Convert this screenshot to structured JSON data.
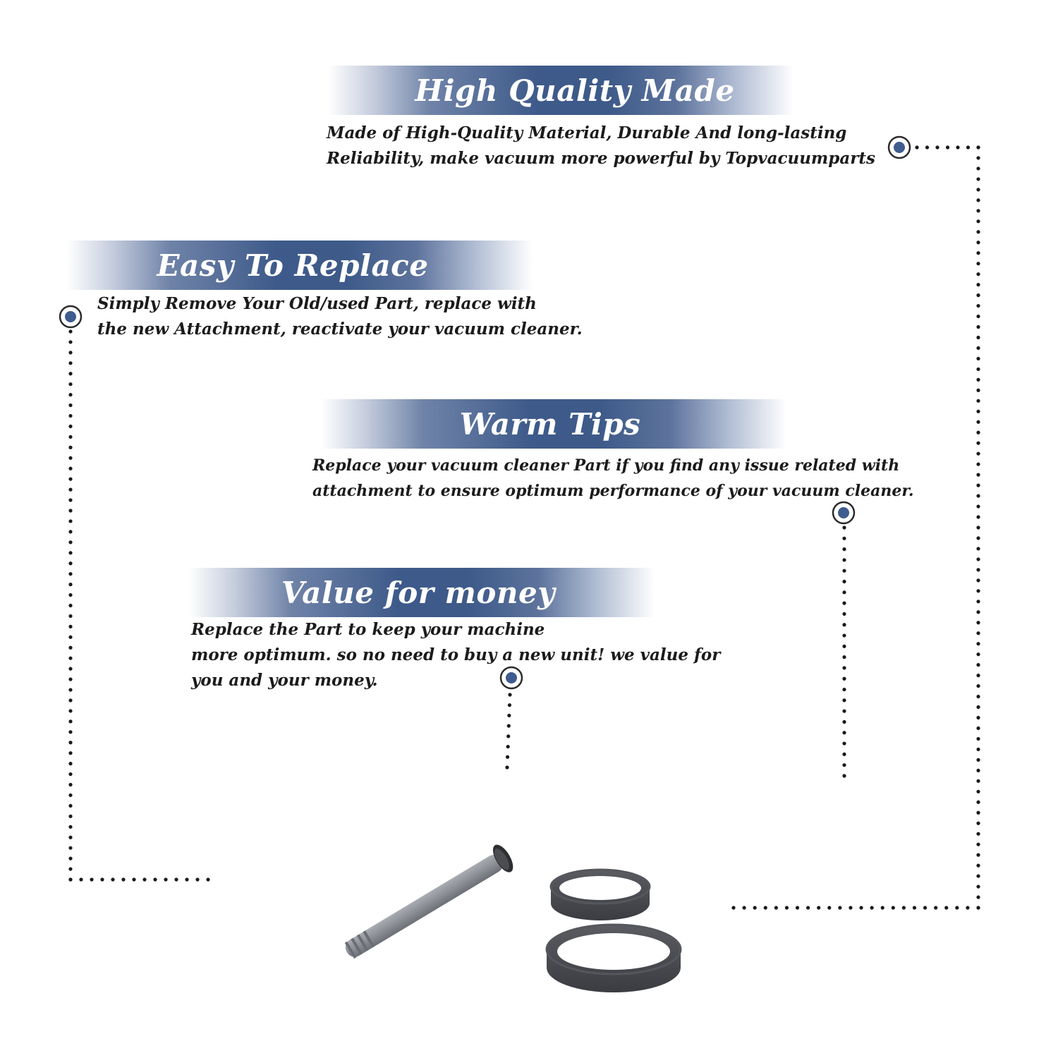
{
  "sections": [
    {
      "title": "High Quality Made",
      "lines": [
        "Made of  High-Quality Material, Durable And long-lasting",
        "Reliability, make vacuum more powerful by Topvacuumparts"
      ]
    },
    {
      "title": "Easy To Replace",
      "lines": [
        "Simply Remove Your Old/used Part, replace with",
        "the new Attachment, reactivate your vacuum cleaner."
      ]
    },
    {
      "title": "Warm Tips",
      "lines": [
        "Replace your vacuum cleaner Part if you find any issue related with",
        " attachment to ensure optimum performance of your vacuum cleaner."
      ]
    },
    {
      "title": "Value for money",
      "lines": [
        "Replace the Part to keep your machine",
        "more optimum. so no need to buy a new unit! we value for",
        "you and your money."
      ]
    }
  ],
  "colors": {
    "banner_blue": "#3e5a8a",
    "marker_blue": "#3f5c8e",
    "dot_color": "#1a1a1a",
    "belt_color": "#4a4c52",
    "wand_color": "#8c8f96"
  },
  "icons": [
    "target-marker-icon",
    "dotted-connector"
  ]
}
